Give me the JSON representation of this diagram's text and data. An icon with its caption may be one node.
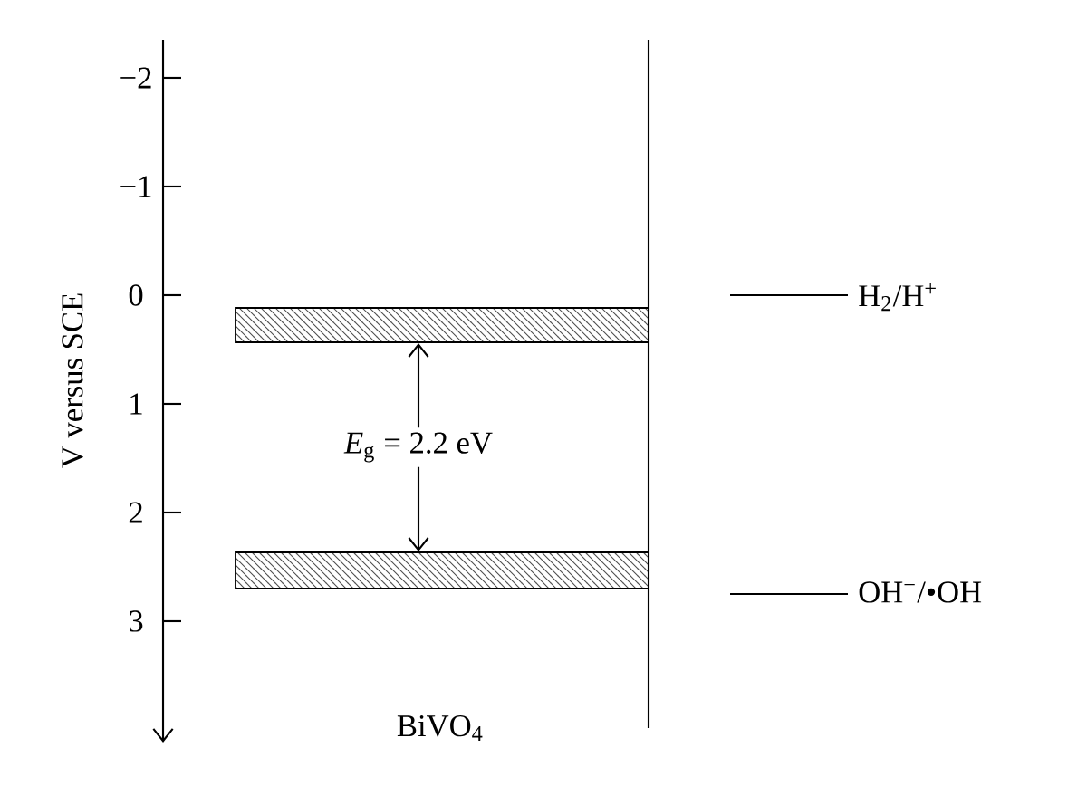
{
  "diagram": {
    "nodes": [
      {
        "text": [],
        "shape": "bar"
      },
      {
        "text": [],
        "shape": "bar"
      }
    ],
    "edges": [
      {
        "from": 0,
        "to": 1,
        "arrow": "both",
        "label": "*E*$_{g}$ = 2.2 eV"
      }
    ],
    "labels": [
      "−2",
      "−1",
      "0",
      "1",
      "2",
      "3",
      "V versus SCE",
      "H$_{2}$/H$^{+}$",
      "OH$^{−}$/•OH",
      "BiVO$_{4}$"
    ]
  }
}
